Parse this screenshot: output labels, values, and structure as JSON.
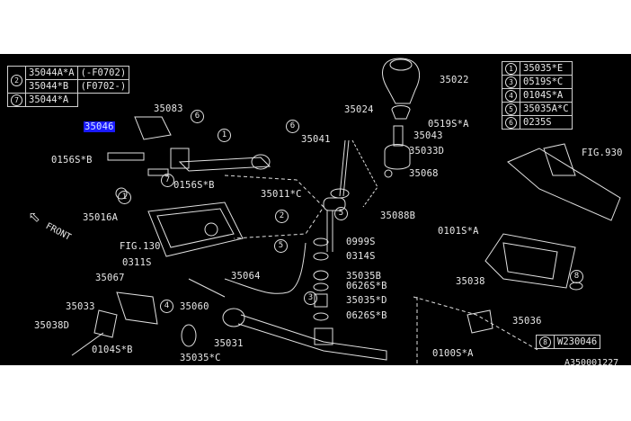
{
  "diagram": {
    "title": "Manual transmission gear shift system exploded parts diagram",
    "background": "#000000",
    "highlight_color": "#1a1aff",
    "highlighted_part": "35046",
    "legend_left": [
      {
        "ref": "2",
        "part": "35044A*A",
        "note": "(-F0702)"
      },
      {
        "ref": "",
        "part": "35044*B",
        "note": "(F0702-)"
      },
      {
        "ref": "7",
        "part": "35044*A",
        "note": ""
      }
    ],
    "legend_right": [
      {
        "ref": "1",
        "part": "35035*E"
      },
      {
        "ref": "3",
        "part": "0519S*C"
      },
      {
        "ref": "4",
        "part": "0104S*A"
      },
      {
        "ref": "5",
        "part": "35035A*C"
      },
      {
        "ref": "6",
        "part": "0235S"
      }
    ],
    "legend_bottom": {
      "ref": "8",
      "part": "W230046"
    },
    "labels": {
      "p35083": "35083",
      "p35046": "35046",
      "p0156S_B_1": "0156S*B",
      "p0156S_B_2": "0156S*B",
      "p35041": "35041",
      "p35011_C": "35011*C",
      "p35016A": "35016A",
      "fig130": "FIG.130",
      "p0311S": "0311S",
      "p35067": "35067",
      "p35064": "35064",
      "p35033": "35033",
      "p35038D": "35038D",
      "p0104S_B": "0104S*B",
      "p35060": "35060",
      "p35031": "35031",
      "p35035_C": "35035*C",
      "p35022": "35022",
      "p35024": "35024",
      "p0519S_A": "0519S*A",
      "p35043": "35043",
      "p35033D": "35033D",
      "p35068": "35068",
      "p35088B": "35088B",
      "p0999S": "0999S",
      "p0314S": "0314S",
      "p35035B": "35035B",
      "p0626S_B_1": "0626S*B",
      "p35035_D": "35035*D",
      "p0626S_B_2": "0626S*B",
      "fig930": "FIG.930",
      "p0101S_A": "0101S*A",
      "p35038": "35038",
      "p35036": "35036",
      "p0100S_A": "0100S*A"
    },
    "callouts": [
      "6",
      "1",
      "7",
      "1",
      "6",
      "2",
      "5",
      "3",
      "4",
      "5",
      "8"
    ],
    "front_label": "FRONT",
    "reference_code": "A350001227"
  }
}
